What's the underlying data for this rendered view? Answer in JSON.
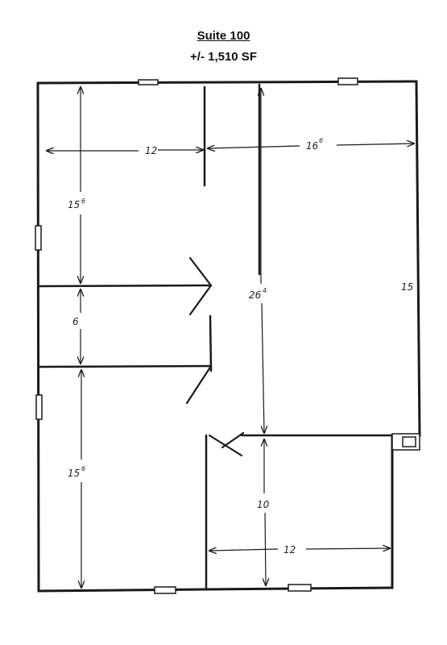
{
  "header": {
    "title": "Suite 100",
    "area": "+/- 1,510 SF"
  },
  "dimensions": {
    "top_left_width": "12",
    "top_right_width_main": "16",
    "top_right_width_sup": "6",
    "left_upper_height_main": "15",
    "left_upper_height_sup": "6",
    "left_middle_height": "6",
    "left_lower_height_main": "15",
    "left_lower_height_sup": "6",
    "center_height_main": "26",
    "center_height_sup": "4",
    "right_height": "15",
    "lower_right_height": "10",
    "lower_right_width": "12"
  },
  "colors": {
    "ink": "#1a1a1a",
    "paper": "#ffffff"
  }
}
